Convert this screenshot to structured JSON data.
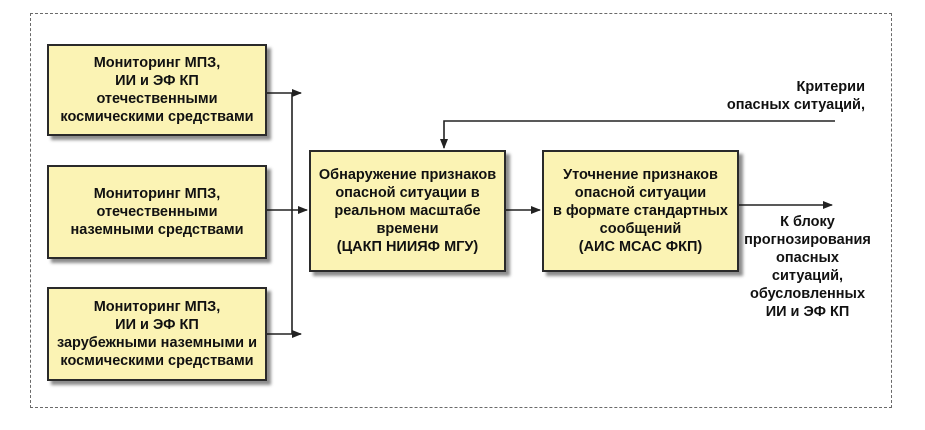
{
  "boxes": {
    "mon_space": "Мониторинг МПЗ,\nИИ и ЭФ КП\nотечественными\nкосмическими средствами",
    "mon_ground": "Мониторинг МПЗ,\nотечественными\nназемными средствами",
    "mon_foreign": "Мониторинг МПЗ,\nИИ и ЭФ КП\nзарубежными наземными и\nкосмическими средствами",
    "detect": "Обнаружение признаков\nопасной ситуации в\nреальном масштабе\nвремени\n(ЦАКП НИИЯФ МГУ)",
    "refine": "Уточнение признаков\nопасной ситуации\nв формате стандартных\nсообщений\n(АИС МСАС ФКП)"
  },
  "labels": {
    "criteria": "Критерии\nопасных ситуаций,",
    "output": "К блоку\nпрогнозирования\nопасных ситуаций,\nобусловленных\nИИ и ЭФ КП"
  }
}
